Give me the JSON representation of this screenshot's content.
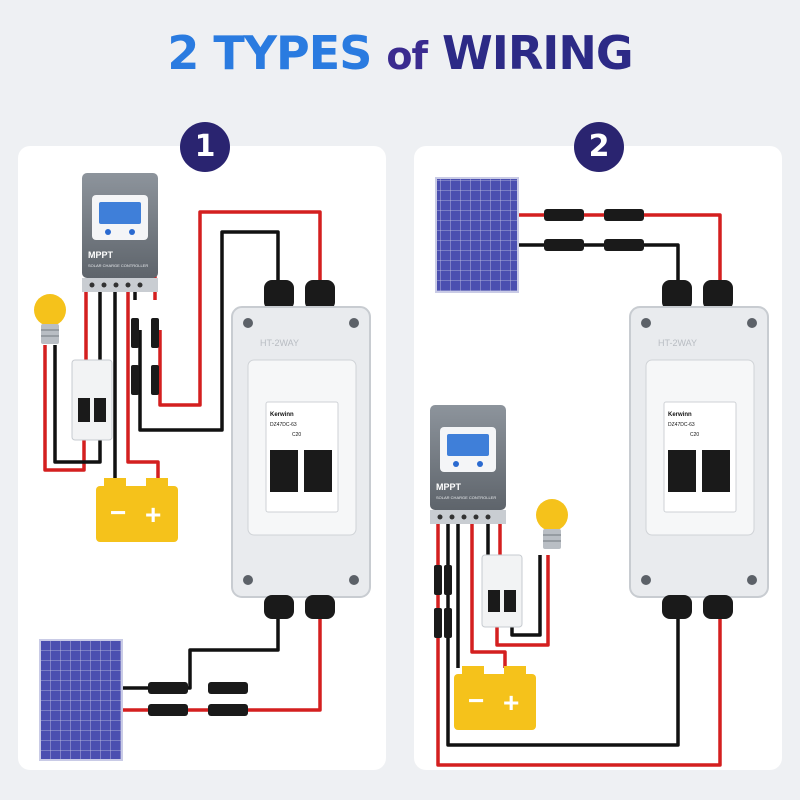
{
  "title": {
    "part1": "2 TYPES",
    "part2": "of",
    "part3": "WIRING"
  },
  "diagrams": [
    {
      "number": "1"
    },
    {
      "number": "2"
    }
  ],
  "controller": {
    "brand": "MPPT",
    "subtitle": "SOLAR CHARGE CONTROLLER"
  },
  "combiner_box": {
    "name": "HT-2WAY"
  },
  "breaker": {
    "brand": "Kerwinn",
    "model": "DZ47DC-63",
    "rating": "C20"
  },
  "battery": {
    "minus": "−",
    "plus": "+"
  },
  "colors": {
    "positive_wire": "#d41f1f",
    "negative_wire": "#111111",
    "battery": "#f5c21b",
    "title_blue": "#2a7be0",
    "title_navy": "#2c2a86"
  }
}
